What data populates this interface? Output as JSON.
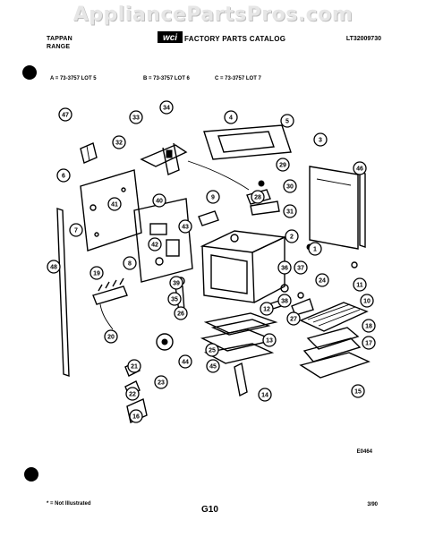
{
  "watermark": "AppliancePartsPros.com",
  "header": {
    "brand_line1": "TAPPAN",
    "brand_line2": "RANGE",
    "catalog_title": "FACTORY PARTS CATALOG",
    "catalog_number": "LT32009730",
    "logo_text": "WCI"
  },
  "lots": {
    "a": "A = 73-3757 LOT 5",
    "b": "B = 73-3757 LOT 6",
    "c": "C = 73-3757 LOT 7"
  },
  "figure_code": "E0464",
  "footer": {
    "footnote": "* = Not Illustrated",
    "page_code": "G10",
    "date": "3/90"
  },
  "callouts": [
    {
      "label": "47"
    },
    {
      "label": "33"
    },
    {
      "label": "34"
    },
    {
      "label": "32"
    },
    {
      "label": "4"
    },
    {
      "label": "5"
    },
    {
      "label": "3"
    },
    {
      "label": "46"
    },
    {
      "label": "29"
    },
    {
      "label": "6"
    },
    {
      "label": "28"
    },
    {
      "label": "30"
    },
    {
      "label": "31"
    },
    {
      "label": "40"
    },
    {
      "label": "41"
    },
    {
      "label": "9"
    },
    {
      "label": "43"
    },
    {
      "label": "7"
    },
    {
      "label": "42"
    },
    {
      "label": "2"
    },
    {
      "label": "1"
    },
    {
      "label": "8"
    },
    {
      "label": "48"
    },
    {
      "label": "19"
    },
    {
      "label": "36"
    },
    {
      "label": "37"
    },
    {
      "label": "39"
    },
    {
      "label": "11"
    },
    {
      "label": "24"
    },
    {
      "label": "35"
    },
    {
      "label": "38"
    },
    {
      "label": "10"
    },
    {
      "label": "26"
    },
    {
      "label": "12"
    },
    {
      "label": "27"
    },
    {
      "label": "18"
    },
    {
      "label": "20"
    },
    {
      "label": "25"
    },
    {
      "label": "17"
    },
    {
      "label": "13"
    },
    {
      "label": "21"
    },
    {
      "label": "44"
    },
    {
      "label": "45"
    },
    {
      "label": "23"
    },
    {
      "label": "15"
    },
    {
      "label": "22"
    },
    {
      "label": "14"
    },
    {
      "label": "16"
    }
  ]
}
